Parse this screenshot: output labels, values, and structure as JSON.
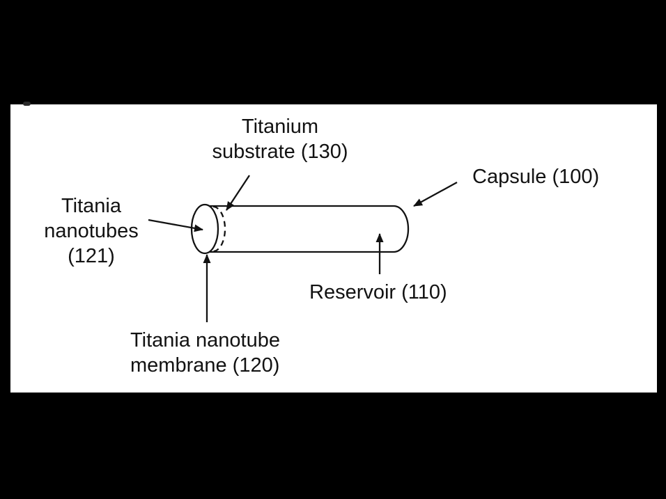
{
  "figure": {
    "colors": {
      "background": "#000000",
      "panel": "#ffffff",
      "ink": "#121212"
    }
  },
  "labels": {
    "titanium_substrate": {
      "lines": [
        "Titanium",
        "substrate (130)"
      ]
    },
    "capsule": {
      "text": "Capsule (100)"
    },
    "titania_nanotubes": {
      "lines": [
        "Titania",
        "nanotubes",
        "(121)"
      ]
    },
    "reservoir": {
      "text": "Reservoir (110)"
    },
    "titania_nanotube_membrane": {
      "lines": [
        "Titania nanotube",
        "membrane (120)"
      ]
    }
  }
}
